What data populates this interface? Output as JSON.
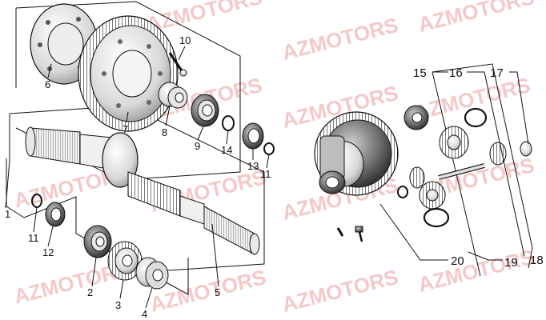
{
  "diagram": {
    "watermark_text": "AZMOTORS",
    "watermark_color": "#f2b6b6",
    "line_color": "#111111",
    "part_callouts": {
      "p1": "1",
      "p2": "2",
      "p3": "3",
      "p4": "4",
      "p5": "5",
      "p6": "6",
      "p7": "7",
      "p8": "8",
      "p9": "9",
      "p10": "10",
      "p11a": "11",
      "p11b": "11",
      "p12": "12",
      "p13": "13",
      "p14": "14",
      "p15": "15",
      "p16": "16",
      "p17": "17",
      "p18": "18",
      "p19": "19",
      "p20": "20"
    }
  }
}
